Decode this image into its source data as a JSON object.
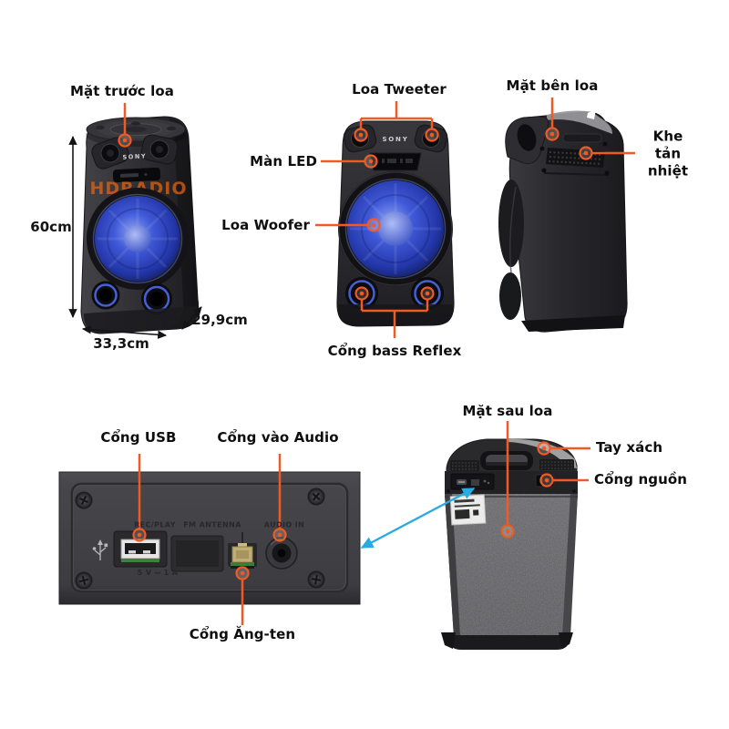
{
  "accent": {
    "callout_color": "#f15a24",
    "zoom_arrow_color": "#29abe2",
    "dimension_color": "#141414",
    "woofer_glow": "#3350d8"
  },
  "views": {
    "front_three_quarter": {
      "callout": "Mặt trước loa",
      "brand": "SONY",
      "watermark": "HDRADIO",
      "dim_height": "60cm",
      "dim_width": "33,3cm",
      "dim_depth": "29,9cm"
    },
    "front": {
      "brand": "SONY",
      "callout_tweeter": "Loa Tweeter",
      "callout_led": "Màn LED",
      "callout_woofer": "Loa Woofer",
      "callout_bass": "Cổng bass Reflex"
    },
    "side": {
      "callout": "Mặt bên loa",
      "callout_vent_line1": "Khe",
      "callout_vent_line2": "tản nhiệt"
    },
    "rear_panel": {
      "callout_usb": "Cổng USB",
      "callout_audio": "Cổng vào Audio",
      "callout_antenna": "Cổng Ăng-ten",
      "print_rec_play": "REC/PLAY",
      "print_fm_antenna": "FM ANTENNA",
      "print_audio_in": "AUDIO IN",
      "print_usb_rating": "5 V ⎓ 1 A"
    },
    "rear": {
      "callout": "Mặt sau loa",
      "callout_handle": "Tay xách",
      "callout_power": "Cổng nguồn"
    }
  }
}
